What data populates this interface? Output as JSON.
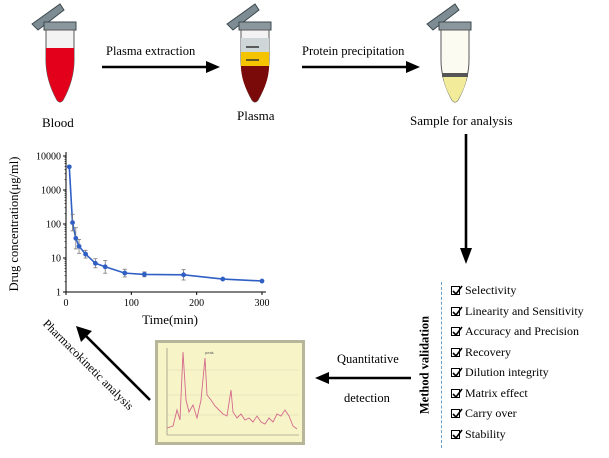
{
  "workflow": {
    "steps": {
      "blood": "Blood",
      "plasma": "Plasma",
      "sample": "Sample for analysis"
    },
    "arrows": {
      "plasma_extraction": "Plasma extraction",
      "protein_precipitation": "Protein precipitation",
      "quantitative": "Quantitative",
      "detection": "detection",
      "pk_analysis": "Pharmacokinetic analysis"
    }
  },
  "validation": {
    "title": "Method validation",
    "items": [
      "Selectivity",
      "Linearity and Sensitivity",
      "Accuracy and Precision",
      "Recovery",
      "Dilution integrity",
      "Matrix effect",
      "Carry over",
      "Stability"
    ]
  },
  "chart_data": {
    "type": "line",
    "xlabel": "Time(min)",
    "ylabel": "Drug concentration(μg/ml)",
    "yscale": "log",
    "xlim": [
      0,
      300
    ],
    "ylim": [
      1,
      10000
    ],
    "xticks": [
      "0",
      "100",
      "200",
      "300"
    ],
    "yticks": [
      "1",
      "10",
      "100",
      "1000",
      "10000"
    ],
    "x": [
      5,
      10,
      15,
      20,
      30,
      45,
      60,
      90,
      120,
      180,
      240,
      300
    ],
    "y": [
      4800,
      110,
      38,
      22,
      13,
      7,
      5.5,
      3.6,
      3.3,
      3.2,
      2.4,
      2.1
    ],
    "color": "#2f5fc4"
  },
  "chromatogram": {
    "background": "#f7f4c8",
    "trace_color": "#d46a8c"
  },
  "colors": {
    "blood": "#e3001b",
    "plasma_top": "#f5c400",
    "plasma_bottom": "#7a0a0a",
    "tube_grey": "#7c8c92",
    "validation_border": "#6aa0c8"
  }
}
